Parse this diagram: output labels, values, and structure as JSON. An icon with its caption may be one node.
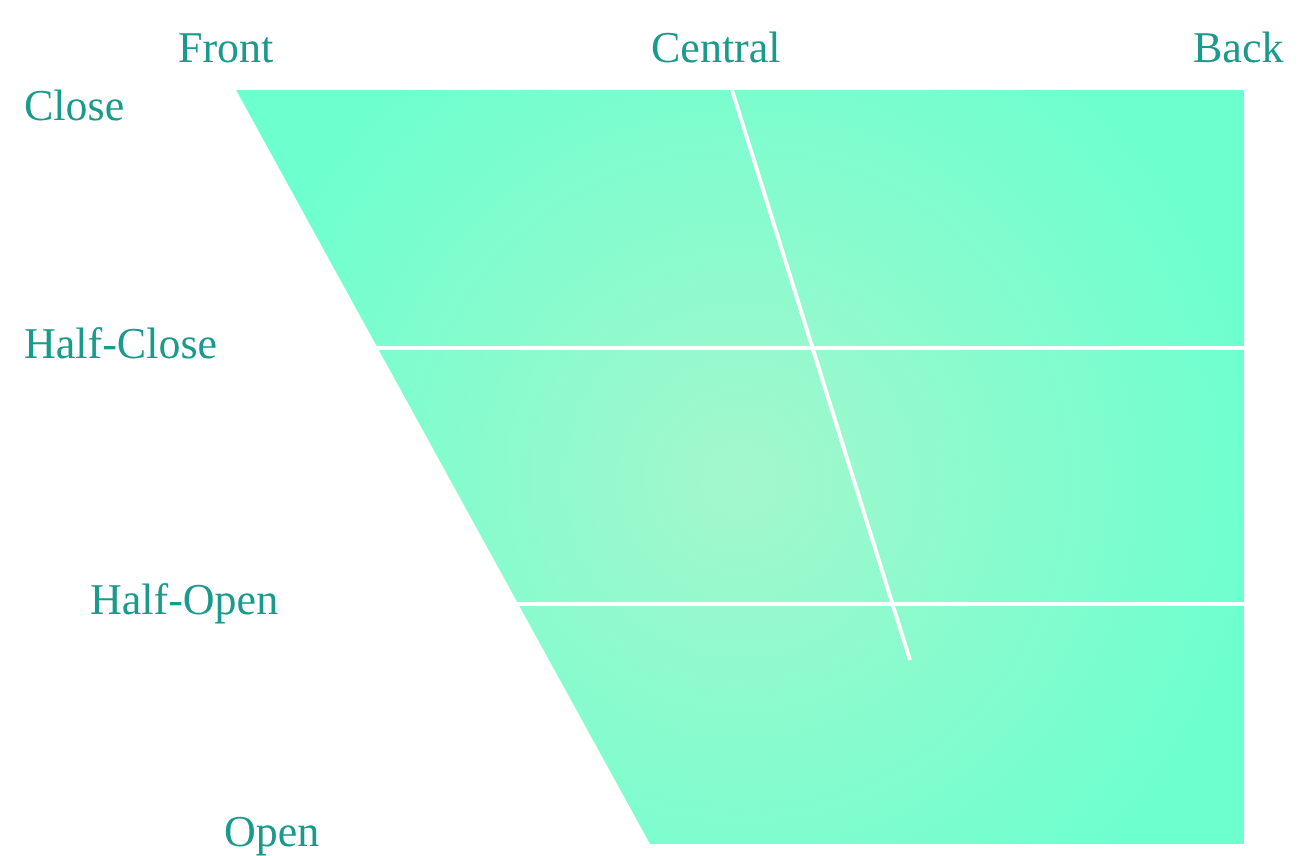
{
  "diagram": {
    "labels": [
      "Front",
      "Central",
      "Back",
      "Close",
      "Half-Close",
      "Half-Open",
      "Open"
    ]
  }
}
